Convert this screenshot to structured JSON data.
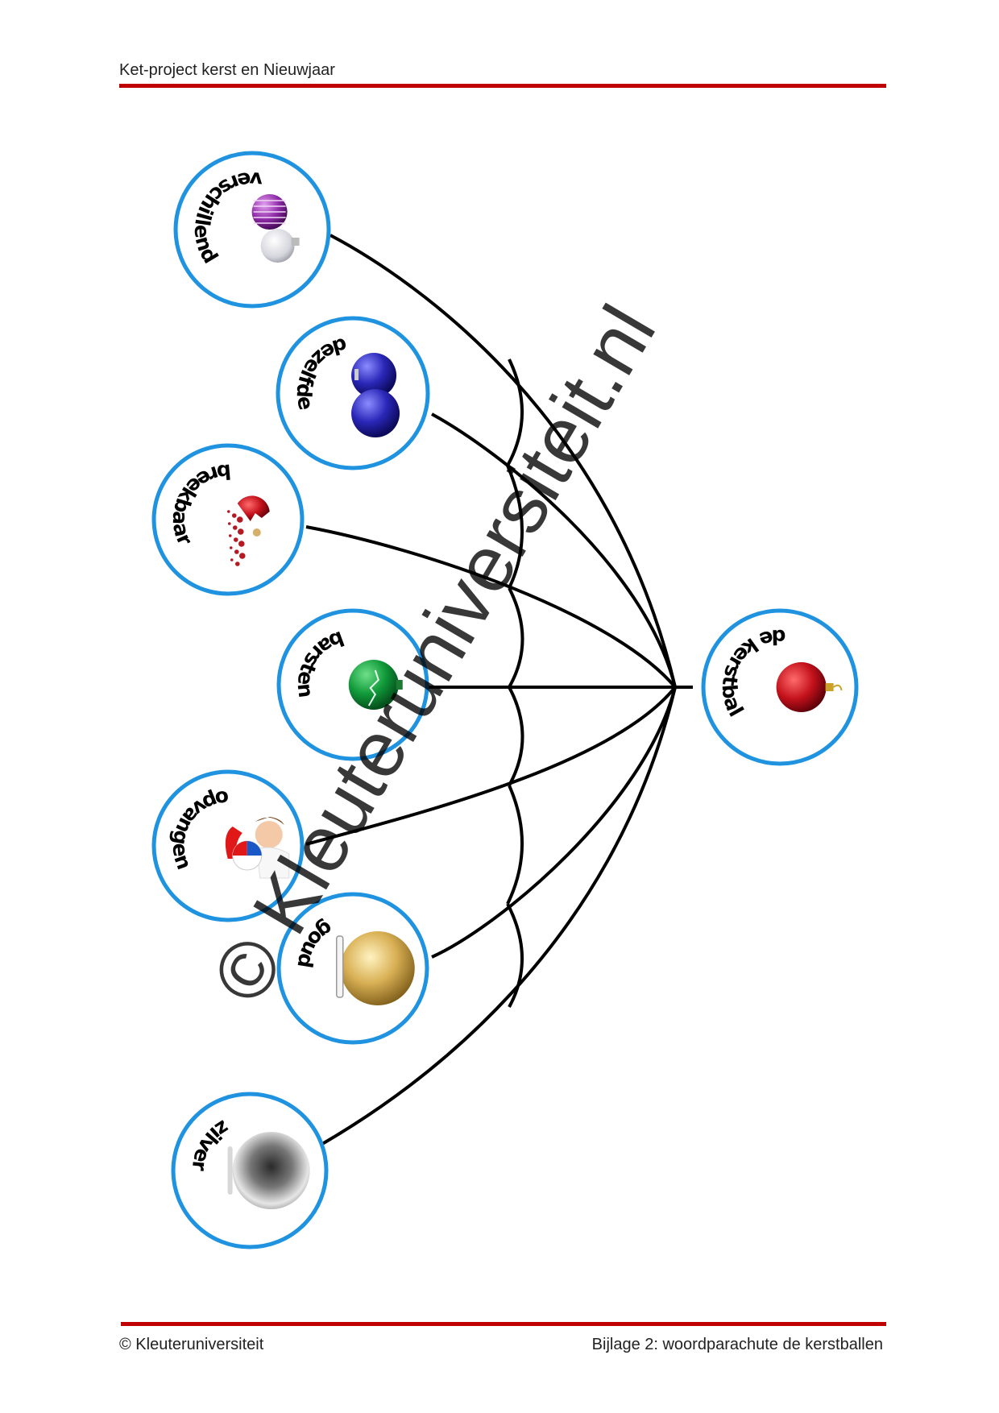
{
  "header": {
    "title": "Ket-project kerst en Nieuwjaar"
  },
  "footer": {
    "left": "© Kleuteruniversiteit",
    "right": "Bijlage 2: woordparachute de kerstballen"
  },
  "watermark": "© Kleuteruniversiteit.nl",
  "colors": {
    "accent_rule": "#c00000",
    "circle_border": "#1f93e0",
    "line": "#000000"
  },
  "hub": {
    "word": "de kerstbal",
    "icon": "red-ornament-icon"
  },
  "words": [
    {
      "word": "verschillend",
      "icon": "purple-silver-ornaments-icon"
    },
    {
      "word": "dezelfde",
      "icon": "blue-ornaments-icon"
    },
    {
      "word": "breekbaar",
      "icon": "broken-ornament-icon"
    },
    {
      "word": "barsten",
      "icon": "cracked-green-ornament-icon"
    },
    {
      "word": "opvangen",
      "icon": "child-catching-ball-icon"
    },
    {
      "word": "goud",
      "icon": "gold-ornament-icon"
    },
    {
      "word": "zilver",
      "icon": "silver-ornament-icon"
    }
  ]
}
